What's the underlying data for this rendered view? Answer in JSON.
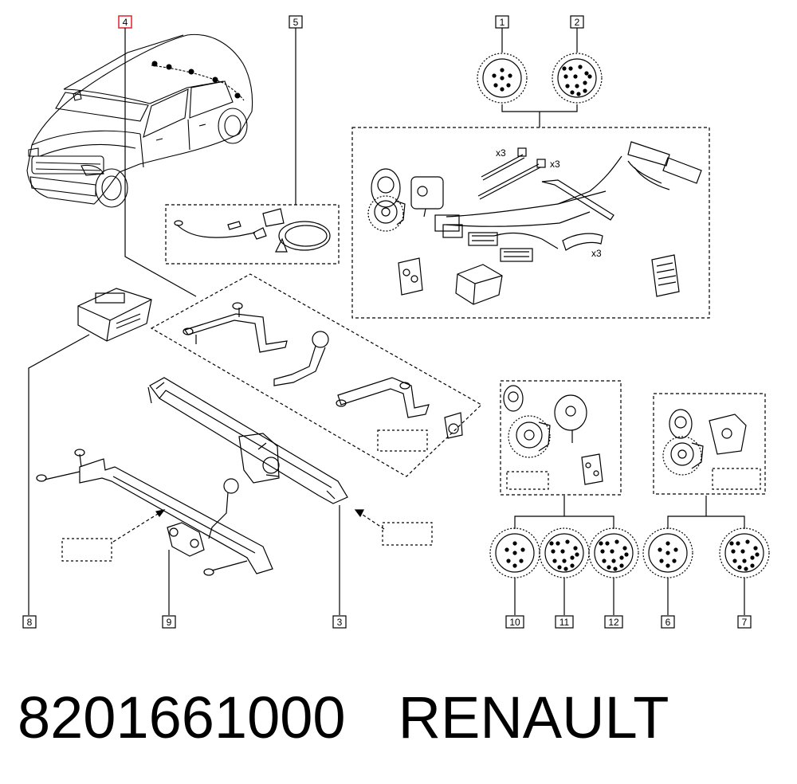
{
  "callouts": {
    "c1": "1",
    "c2": "2",
    "c3": "3",
    "c4": "4",
    "c5": "5",
    "c6": "6",
    "c7": "7",
    "c8": "8",
    "c9": "9",
    "c10": "10",
    "c11": "11",
    "c12": "12"
  },
  "kit_labels": {
    "ties_qty": "x3",
    "screws_qty": "x3",
    "seals_qty": "x3"
  },
  "footer": {
    "part_number": "8201661000",
    "brand": "RENAULT"
  },
  "colors": {
    "highlight": "#e0303a",
    "line": "#000000"
  }
}
